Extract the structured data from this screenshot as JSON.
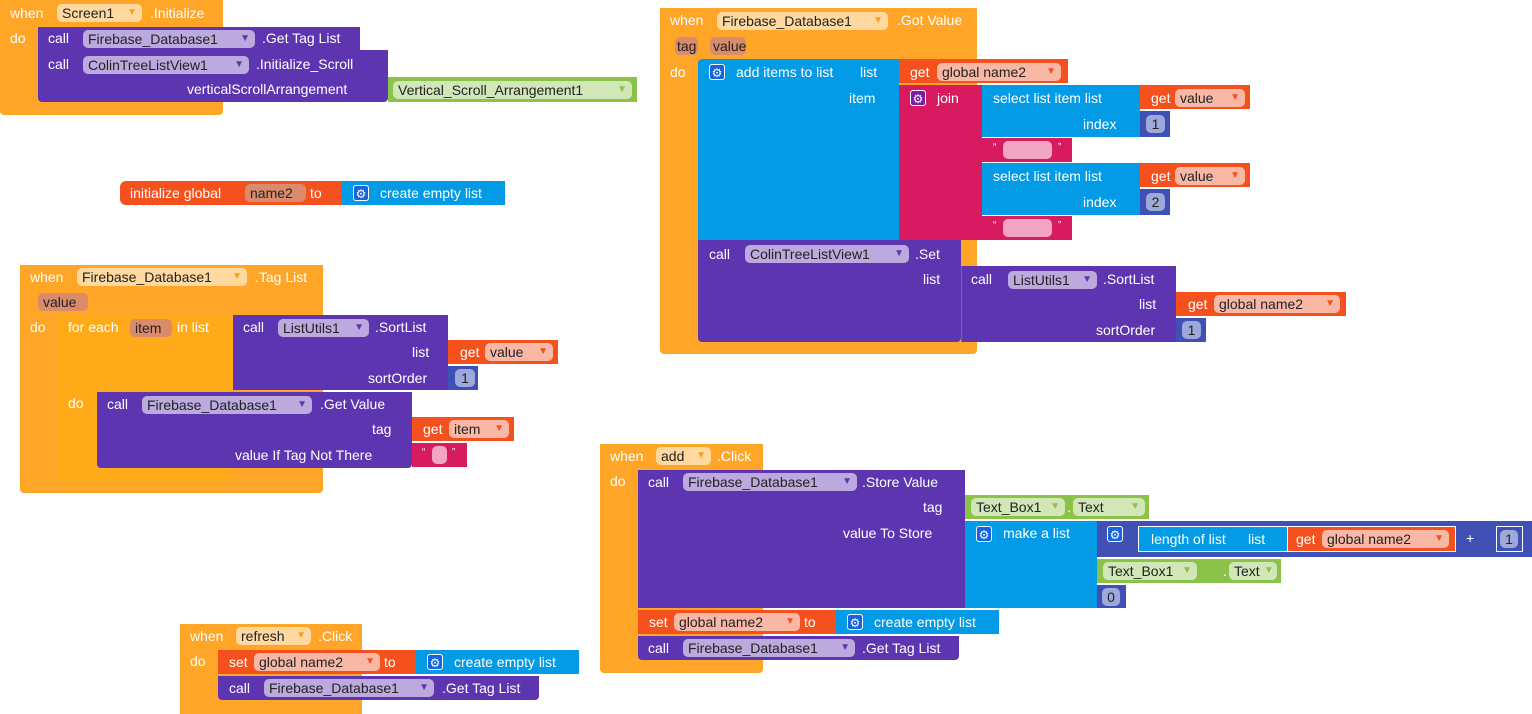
{
  "screen_init": {
    "when": "when",
    "component": "Screen1",
    "event": ".Initialize",
    "do": "do",
    "call1": {
      "call": "call",
      "component": "Firebase_Database1",
      "method": ".Get Tag List"
    },
    "call2": {
      "call": "call",
      "component": "ColinTreeListView1",
      "method": ".Initialize_Scroll",
      "arg_label": "verticalScrollArrangement",
      "arg_value": "Vertical_Scroll_Arrangement1"
    }
  },
  "global_init": {
    "label": "initialize global",
    "name": "name2",
    "to": "to",
    "value": "create empty list"
  },
  "tag_list": {
    "when": "when",
    "component": "Firebase_Database1",
    "event": ".Tag List",
    "param": "value",
    "do": "do",
    "for_each": {
      "label": "for each",
      "var": "item",
      "in_list": "in list",
      "do": "do"
    },
    "sort": {
      "call": "call",
      "component": "ListUtils1",
      "method": ".SortList",
      "list_label": "list",
      "get": "get",
      "list_var": "value",
      "sort_label": "sortOrder",
      "sort_value": "1"
    },
    "get_value": {
      "call": "call",
      "component": "Firebase_Database1",
      "method": ".Get Value",
      "tag_label": "tag",
      "get": "get",
      "tag_var": "item",
      "default_label": "value If Tag Not There",
      "open_quote": "“",
      "close_quote": "”"
    }
  },
  "got_value": {
    "when": "when",
    "component": "Firebase_Database1",
    "event": ".Got Value",
    "params": [
      "tag",
      "value"
    ],
    "do": "do",
    "add_items": {
      "label": "add items to list",
      "list_label": "list",
      "item_label": "item",
      "get": "get",
      "list_var": "global name2"
    },
    "join": {
      "label": "join",
      "select1": {
        "label": "select list item  list",
        "index_label": "index",
        "get": "get",
        "var": "value",
        "index": "1"
      },
      "select2": {
        "label": "select list item  list",
        "index_label": "index",
        "get": "get",
        "var": "value",
        "index": "2"
      },
      "open_quote": "“",
      "close_quote": "”"
    },
    "set": {
      "call": "call",
      "component": "ColinTreeListView1",
      "method": ".Set",
      "list_label": "list"
    },
    "sort": {
      "call": "call",
      "component": "ListUtils1",
      "method": ".SortList",
      "list_label": "list",
      "get": "get",
      "list_var": "global name2",
      "sort_label": "sortOrder",
      "sort_value": "1"
    }
  },
  "add_click": {
    "when": "when",
    "component": "add",
    "event": ".Click",
    "do": "do",
    "store": {
      "call": "call",
      "component": "Firebase_Database1",
      "method": ".Store Value",
      "tag_label": "tag",
      "value_label": "value To Store",
      "tag_component": "Text_Box1",
      "dot": ".",
      "tag_prop": "Text",
      "make_list": "make a list",
      "length_label": "length of list",
      "length_list_label": "list",
      "get": "get",
      "length_var": "global name2",
      "plus": "+",
      "plus_value": "1",
      "item2_component": "Text_Box1",
      "item2_prop": "Text",
      "item3": "0"
    },
    "set": {
      "set": "set",
      "var": "global name2",
      "to": "to",
      "value": "create empty list"
    },
    "call": {
      "call": "call",
      "component": "Firebase_Database1",
      "method": ".Get Tag List"
    }
  },
  "refresh_click": {
    "when": "when",
    "component": "refresh",
    "event": ".Click",
    "do": "do",
    "set": {
      "set": "set",
      "var": "global name2",
      "to": "to",
      "value": "create empty list"
    },
    "call": {
      "call": "call",
      "component": "Firebase_Database1",
      "method": ".Get Tag List"
    }
  },
  "colors": {
    "event": "#ffa628",
    "procedure": "#5e35b1",
    "list": "#039be5",
    "variable": "#f4511e",
    "text": "#d81b60",
    "component": "#8bc34a",
    "math": "#3f51b5"
  }
}
